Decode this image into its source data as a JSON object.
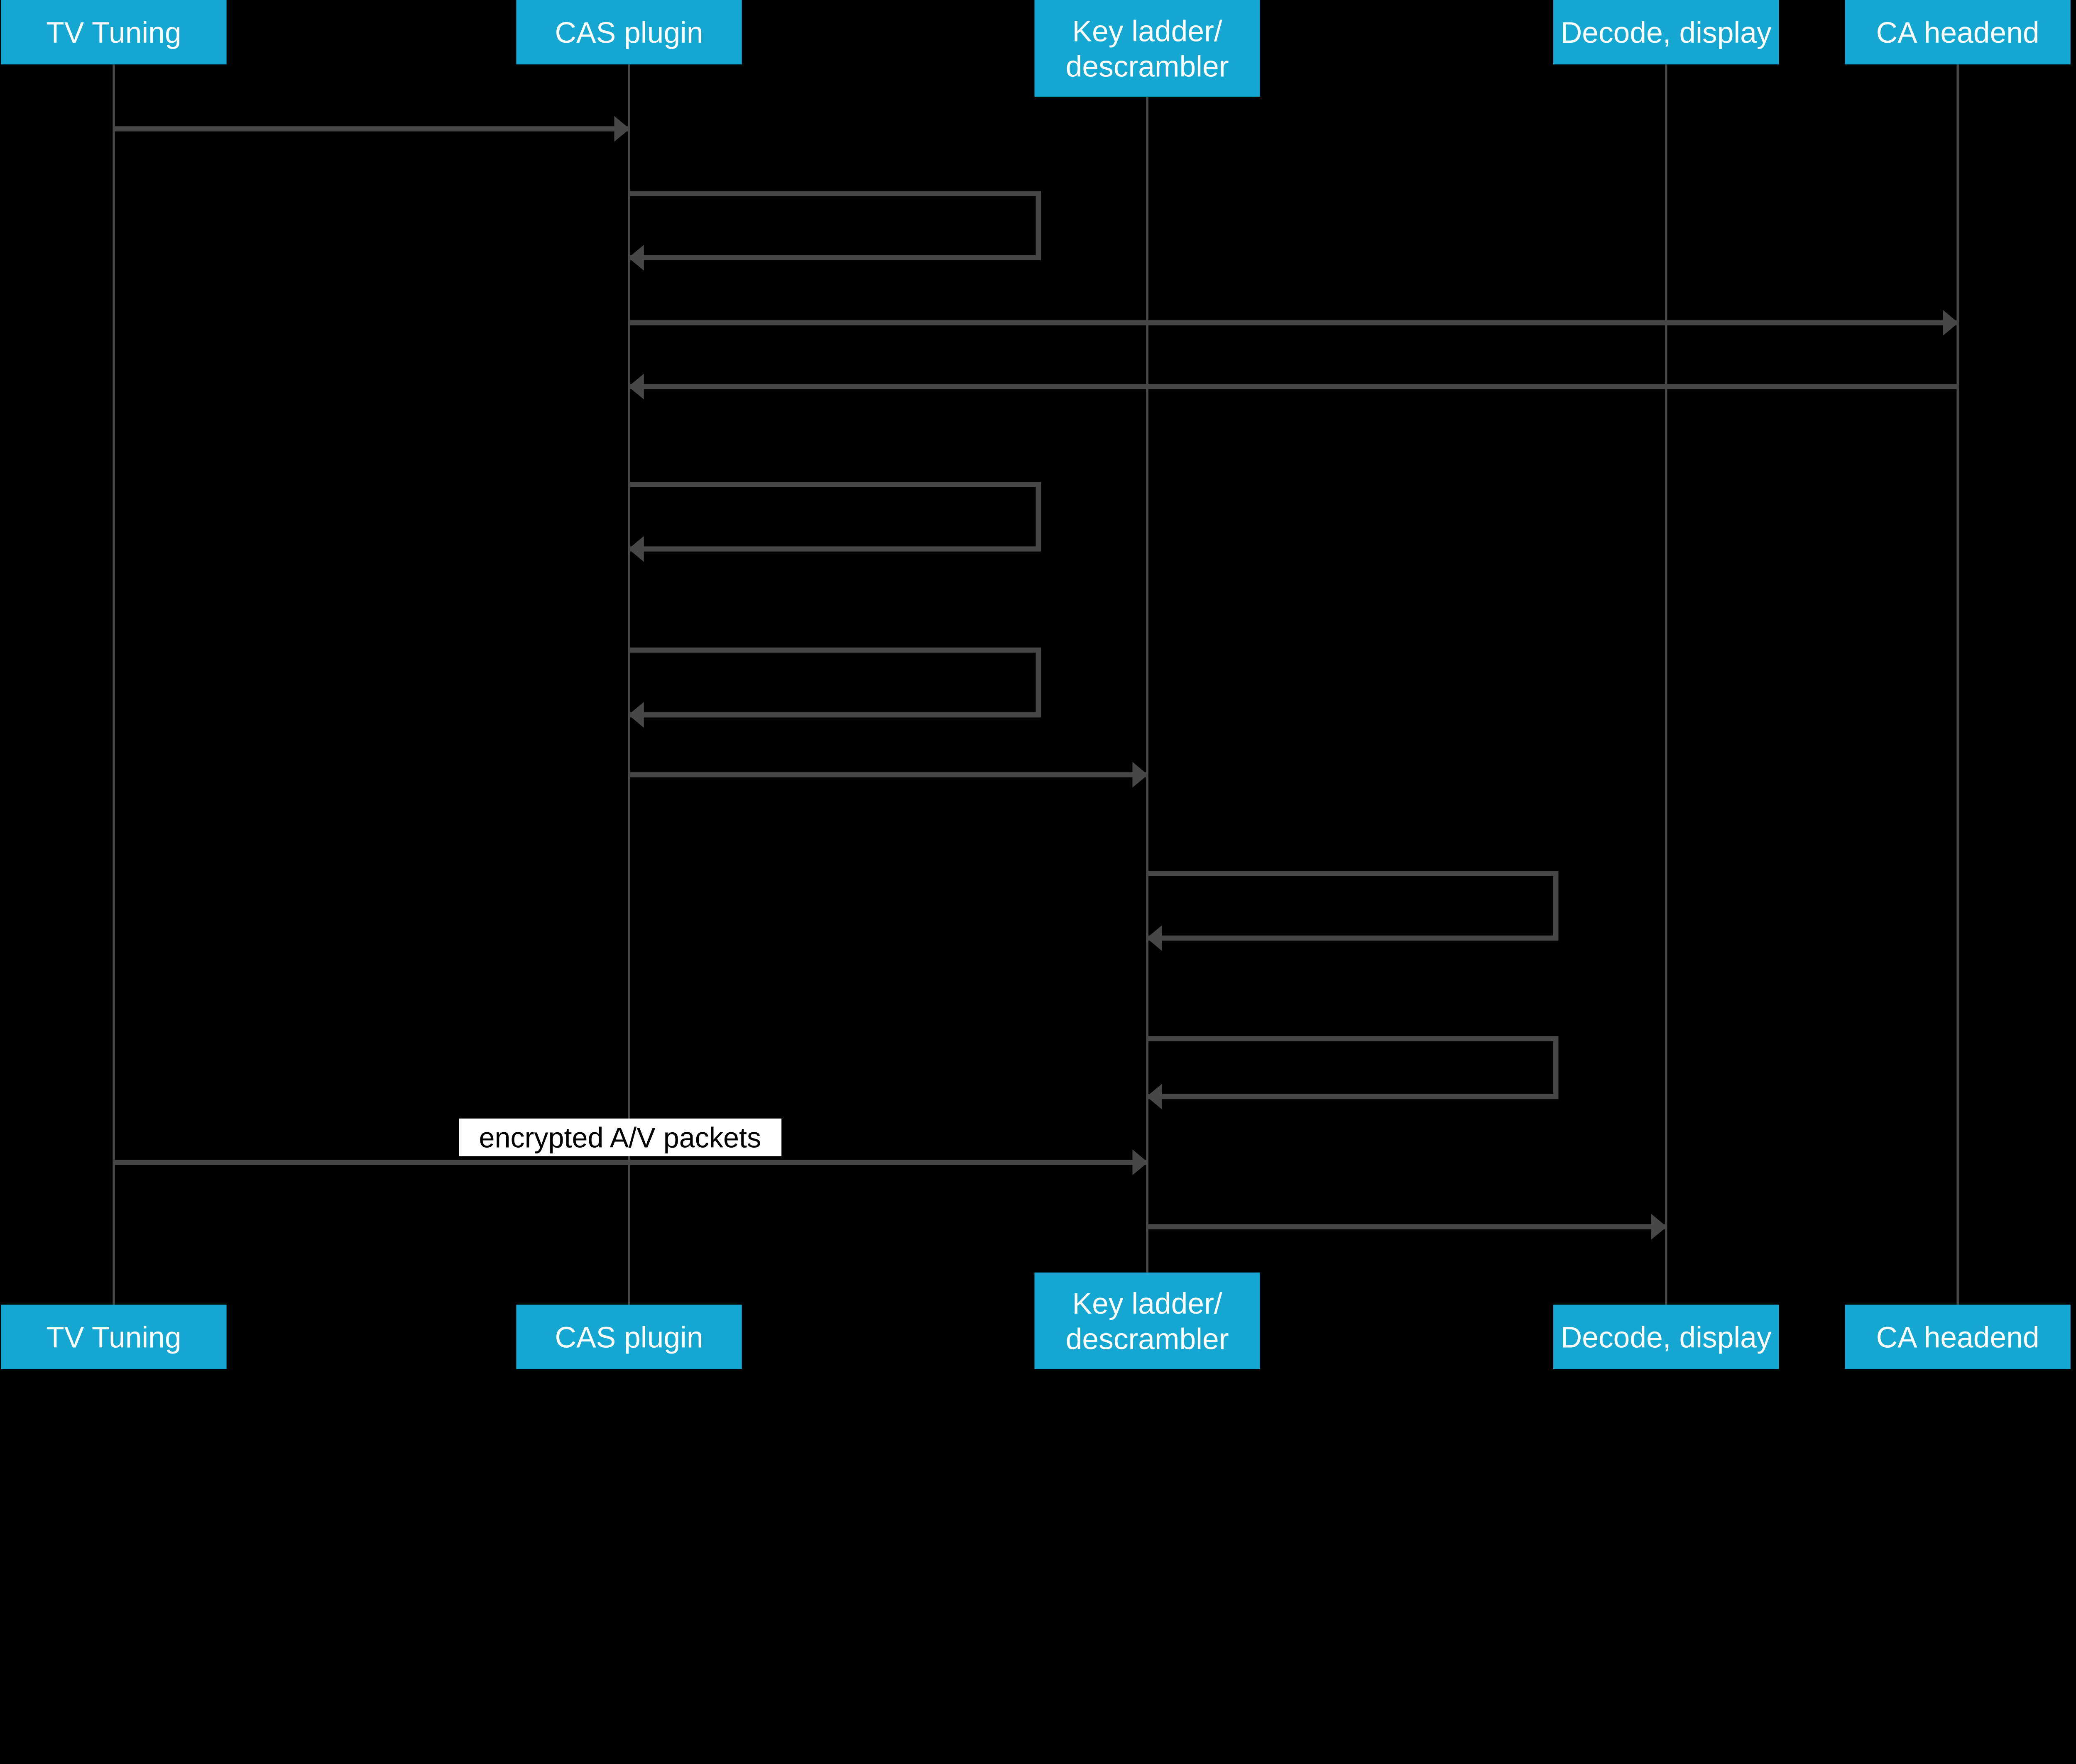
{
  "diagram": {
    "type": "sequence-diagram",
    "background_color": "#000000",
    "actor_box_color": "#13A7D1",
    "actor_text_color": "#FFFFFF",
    "line_color": "#474747",
    "message_label_bg": "#FFFFFF",
    "message_label_fg": "#000000",
    "actors": [
      {
        "id": "tv-tuning",
        "label": "TV Tuning",
        "lines": [
          "TV Tuning",
          ""
        ]
      },
      {
        "id": "cas-plugin",
        "label": "CAS plugin",
        "lines": [
          "CAS plugin",
          ""
        ]
      },
      {
        "id": "key-ladder-descrambler",
        "label": "Key ladder/descrambler",
        "lines": [
          "Key ladder/",
          "descrambler"
        ]
      },
      {
        "id": "decode-display",
        "label": "Decode, display",
        "lines": [
          "Decode, display",
          ""
        ]
      },
      {
        "id": "ca-headend",
        "label": "CA headend",
        "lines": [
          "CA headend",
          ""
        ]
      }
    ],
    "messages": [
      {
        "seq": 1,
        "type": "message",
        "from": "tv-tuning",
        "to": "cas-plugin",
        "label": ""
      },
      {
        "seq": 2,
        "type": "self-message",
        "from": "cas-plugin",
        "to": "cas-plugin",
        "label": ""
      },
      {
        "seq": 3,
        "type": "message",
        "from": "cas-plugin",
        "to": "ca-headend",
        "label": ""
      },
      {
        "seq": 4,
        "type": "message",
        "from": "ca-headend",
        "to": "cas-plugin",
        "label": ""
      },
      {
        "seq": 5,
        "type": "self-message",
        "from": "cas-plugin",
        "to": "cas-plugin",
        "label": ""
      },
      {
        "seq": 6,
        "type": "self-message",
        "from": "cas-plugin",
        "to": "cas-plugin",
        "label": ""
      },
      {
        "seq": 7,
        "type": "message",
        "from": "cas-plugin",
        "to": "key-ladder-descrambler",
        "label": ""
      },
      {
        "seq": 8,
        "type": "self-message",
        "from": "key-ladder-descrambler",
        "to": "key-ladder-descrambler",
        "label": ""
      },
      {
        "seq": 9,
        "type": "self-message",
        "from": "key-ladder-descrambler",
        "to": "key-ladder-descrambler",
        "label": ""
      },
      {
        "seq": 10,
        "type": "message",
        "from": "tv-tuning",
        "to": "key-ladder-descrambler",
        "label": "encrypted A/V packets"
      },
      {
        "seq": 11,
        "type": "message",
        "from": "key-ladder-descrambler",
        "to": "decode-display",
        "label": ""
      }
    ]
  }
}
